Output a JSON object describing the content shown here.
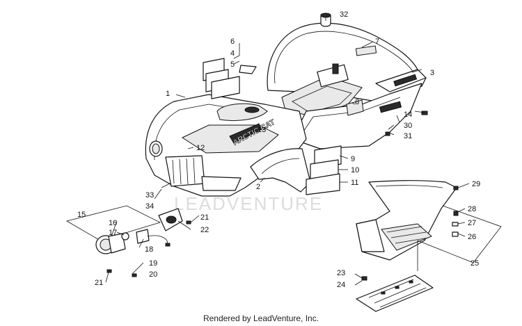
{
  "diagram": {
    "watermark": "LEADVENTURE",
    "decal_text": "ARCTIC CAT",
    "callouts": {
      "c1": "1",
      "c2": "2",
      "c3": "3",
      "c4": "4",
      "c5": "5",
      "c6": "6",
      "c7": "7",
      "c8": "8",
      "c9": "9",
      "c10": "10",
      "c11": "11",
      "c12": "12",
      "c13": "13",
      "c14": "14",
      "c15": "15",
      "c16": "16",
      "c17": "17",
      "c18": "18",
      "c19": "19",
      "c20": "20",
      "c21a": "21",
      "c21b": "21",
      "c22": "22",
      "c23": "23",
      "c24": "24",
      "c25": "25",
      "c26": "26",
      "c27": "27",
      "c28": "28",
      "c29": "29",
      "c30": "30",
      "c31": "31",
      "c32": "32",
      "c33": "33",
      "c34": "34"
    }
  },
  "footer": {
    "text": "Rendered by LeadVenture, Inc."
  },
  "colors": {
    "line": "#111111",
    "shade": "#e9e9e9",
    "watermark": "#dcdcdc"
  }
}
